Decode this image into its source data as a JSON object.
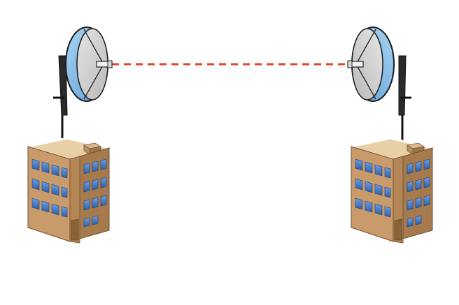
{
  "diagram": {
    "link": {
      "style": "dashed",
      "color": "#e0452e"
    },
    "nodes": [
      {
        "id": "left-site",
        "building": "office-building",
        "antenna": "dish-antenna",
        "facing": "right"
      },
      {
        "id": "right-site",
        "building": "office-building",
        "antenna": "dish-antenna",
        "facing": "left"
      }
    ],
    "colors": {
      "dish_rim": "#7fb8e6",
      "dish_face": "#cfcfcf",
      "wall": "#c99a6a",
      "wall_shadow": "#a67a4d",
      "roof": "#e7cfa8",
      "window": "#4a7fc8",
      "mast": "#111111"
    }
  }
}
